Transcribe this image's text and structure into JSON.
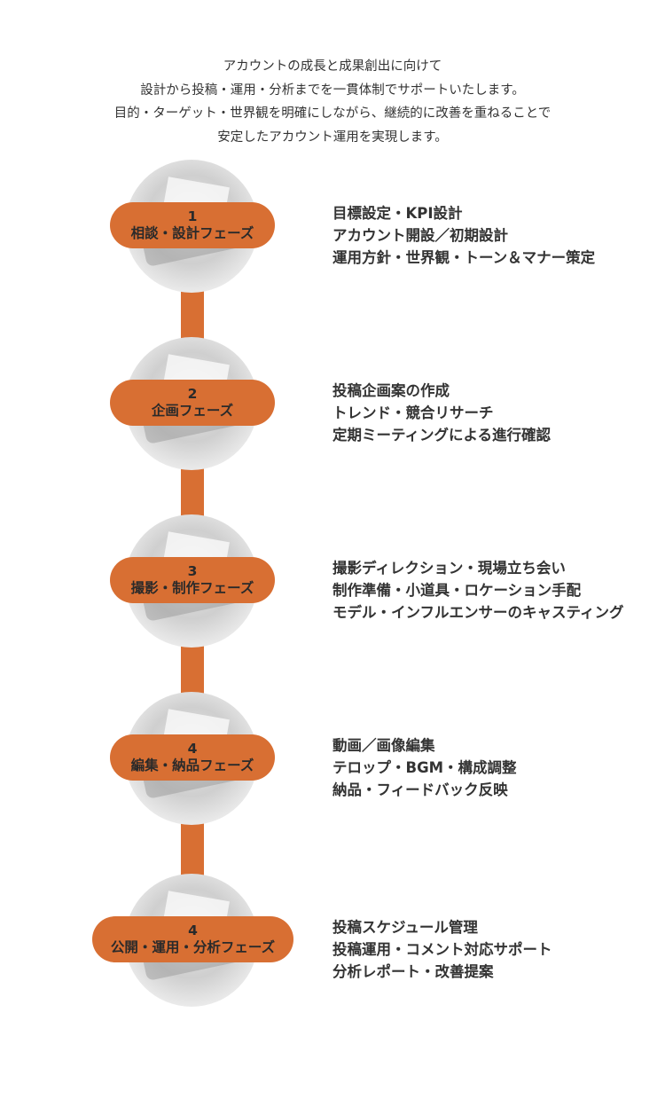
{
  "intro": [
    "アカウントの成長と成果創出に向けて",
    "設計から投稿・運用・分析までを一貫体制でサポートいたします。",
    "目的・ターゲット・世界観を明確にしながら、継続的に改善を重ねることで",
    "安定したアカウント運用を実現します。"
  ],
  "accent_color": "#d86f33",
  "phases": [
    {
      "number": "1",
      "title": "相談・設計フェーズ",
      "image": "handshake-photo",
      "items": [
        "目標設定・KPI設計",
        "アカウント開設／初期設計",
        "運用方針・世界観・トーン＆マナー策定"
      ]
    },
    {
      "number": "2",
      "title": "企画フェーズ",
      "image": "laptop-chart-photo",
      "items": [
        "投稿企画案の作成",
        "トレンド・競合リサーチ",
        "定期ミーティングによる進行確認"
      ]
    },
    {
      "number": "3",
      "title": "撮影・制作フェーズ",
      "image": "camera-photo",
      "items": [
        "撮影ディレクション・現場立ち会い",
        "制作準備・小道具・ロケーション手配",
        "モデル・インフルエンサーのキャスティング"
      ]
    },
    {
      "number": "4",
      "title": "編集・納品フェーズ",
      "image": "editing-desk-photo",
      "items": [
        "動画／画像編集",
        "テロップ・BGM・構成調整",
        "納品・フィードバック反映"
      ]
    },
    {
      "number": "4",
      "title": "公開・運用・分析フェーズ",
      "image": "smartphone-photo",
      "items": [
        "投稿スケジュール管理",
        "投稿運用・コメント対応サポート",
        "分析レポート・改善提案"
      ]
    }
  ]
}
